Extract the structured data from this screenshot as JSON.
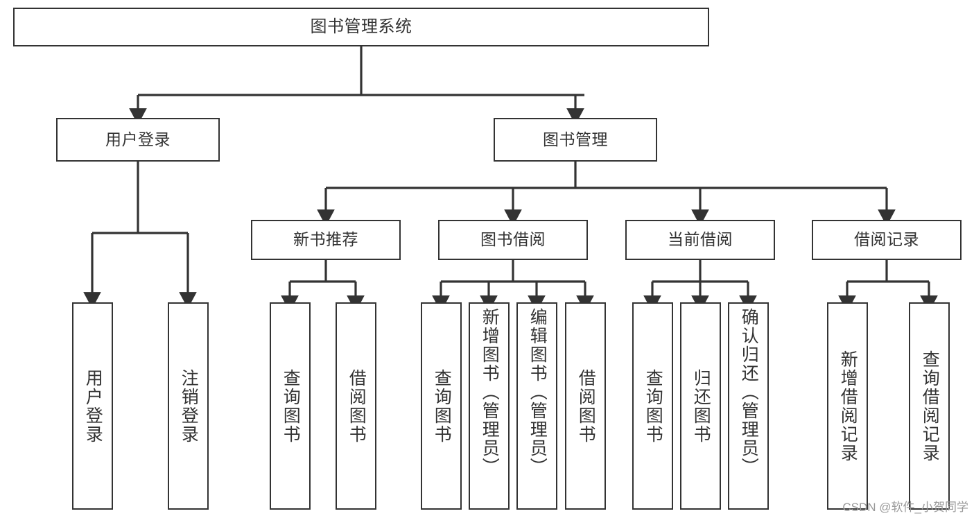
{
  "diagram": {
    "title": "图书管理系统",
    "type": "hierarchy-tree",
    "line_color": "#333333",
    "text_color": "#333333",
    "background_color": "#ffffff",
    "root": {
      "label": "图书管理系统"
    },
    "level2": [
      {
        "label": "用户登录"
      },
      {
        "label": "图书管理"
      }
    ],
    "level3": [
      {
        "label": "新书推荐"
      },
      {
        "label": "图书借阅"
      },
      {
        "label": "当前借阅"
      },
      {
        "label": "借阅记录"
      }
    ],
    "leaves": {
      "user_login": [
        {
          "label": "用户登录"
        },
        {
          "label": "注销登录"
        }
      ],
      "new_book": [
        {
          "label": "查询图书"
        },
        {
          "label": "借阅图书"
        }
      ],
      "book_borrow": [
        {
          "label": "查询图书"
        },
        {
          "label": "新增图书（管理员）"
        },
        {
          "label": "编辑图书（管理员）"
        },
        {
          "label": "借阅图书"
        }
      ],
      "current_borrow": [
        {
          "label": "查询图书"
        },
        {
          "label": "归还图书"
        },
        {
          "label": "确认归还（管理员）"
        }
      ],
      "borrow_record": [
        {
          "label": "新增借阅记录"
        },
        {
          "label": "查询借阅记录"
        }
      ]
    }
  },
  "watermark": {
    "text": "CSDN @软件_小贺同学"
  }
}
